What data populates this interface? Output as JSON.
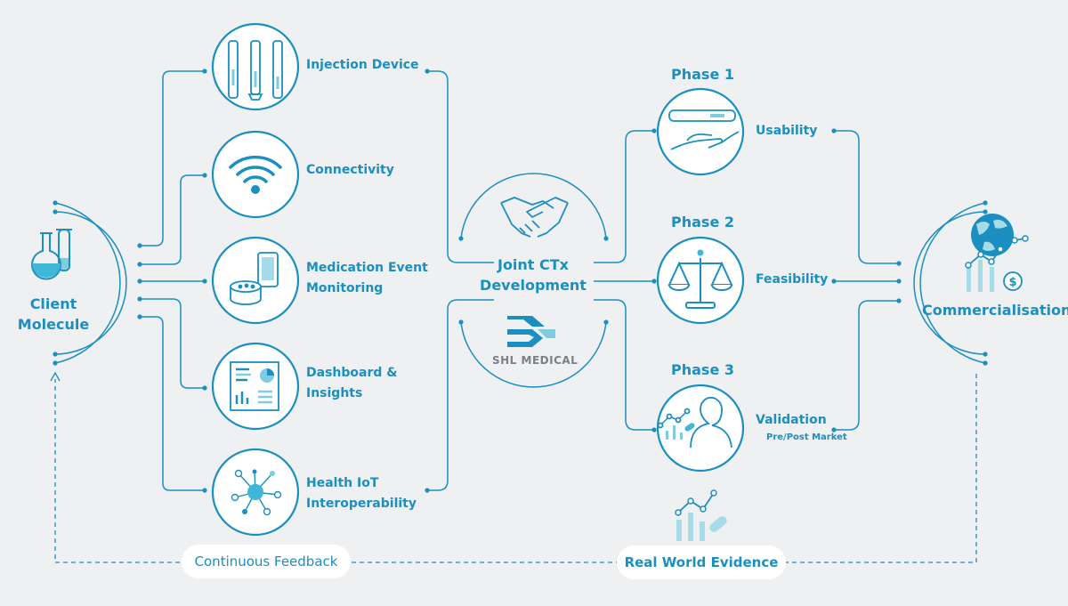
{
  "client": {
    "line1": "Client",
    "line2": "Molecule"
  },
  "services": [
    {
      "line1": "Injection Device",
      "line2": "",
      "icon": "autoinjector-pens-icon"
    },
    {
      "line1": "Connectivity",
      "line2": "",
      "icon": "wifi-icon"
    },
    {
      "line1": "Medication Event",
      "line2": "Monitoring",
      "icon": "smart-device-icon"
    },
    {
      "line1": "Dashboard &",
      "line2": "Insights",
      "icon": "dashboard-icon"
    },
    {
      "line1": "Health IoT",
      "line2": "Interoperability",
      "icon": "network-node-icon"
    }
  ],
  "center": {
    "line1": "Joint CTx",
    "line2": "Development",
    "brand": "SHL MEDICAL"
  },
  "phases": [
    {
      "title": "Phase 1",
      "label": "Usability",
      "sublabel": "",
      "icon": "pen-on-hand-icon"
    },
    {
      "title": "Phase 2",
      "label": "Feasibility",
      "sublabel": "",
      "icon": "scale-icon"
    },
    {
      "title": "Phase 3",
      "label": "Validation",
      "sublabel": "Pre/Post Market",
      "icon": "patient-data-icon"
    }
  ],
  "commercial": {
    "label": "Commercialisation",
    "icon": "globe-growth-icon"
  },
  "feedback": {
    "continuous": "Continuous Feedback",
    "rwe": "Real World Evidence"
  },
  "colors": {
    "primary": "#1a8fc0",
    "light": "#7fcce0",
    "background": "#eef0f2",
    "pale": "#a8dbe8"
  }
}
